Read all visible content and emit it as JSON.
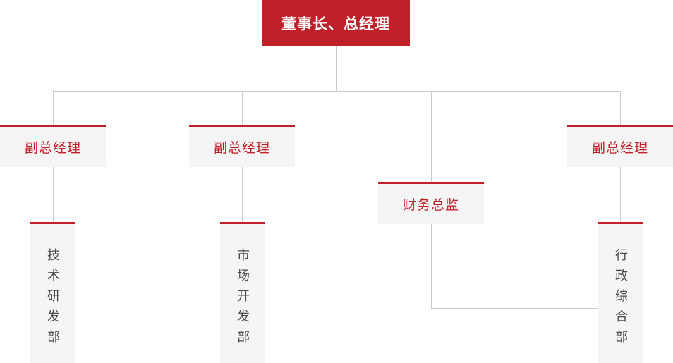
{
  "chart": {
    "title_node": {
      "label": "董事长、总经理",
      "style": "filled-red",
      "text_color": "#ffffff",
      "fill_color": "#c0202a"
    },
    "accent_color": "#c0202a",
    "node_bg_color": "#f5f5f5",
    "connector_color": "#cccccc",
    "dept_text_color": "#4a4a4a",
    "level2": [
      {
        "label": "副总经理"
      },
      {
        "label": "副总经理"
      },
      {
        "label": "财务总监"
      },
      {
        "label": "副总经理"
      }
    ],
    "level3": [
      {
        "label": "技术研发部"
      },
      {
        "label": "市场开发部"
      },
      {
        "label": "行政综合部"
      }
    ]
  }
}
